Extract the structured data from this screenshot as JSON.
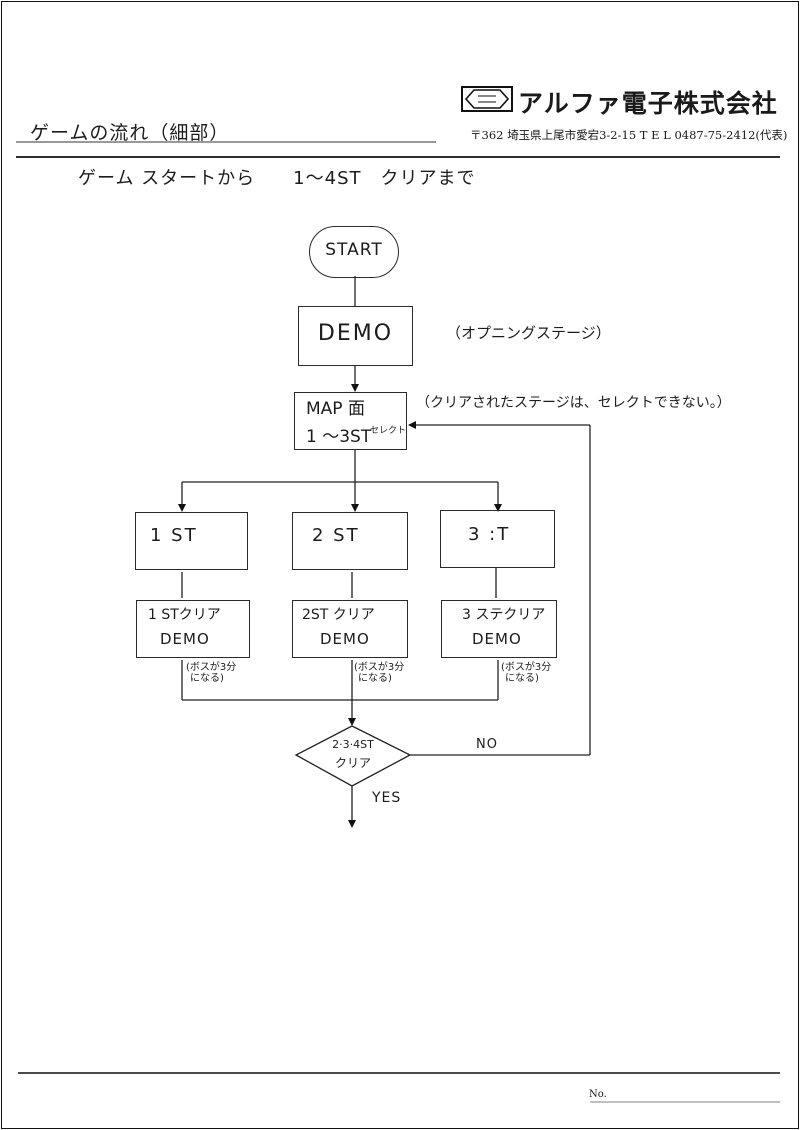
{
  "header": {
    "doc_title": "ゲームの流れ（細部）",
    "company_name": "アルファ電子株式会社",
    "address": "〒362 埼玉県上尾市愛宕3-2-15 T E L 0487-75-2412(代表)",
    "subtitle": "ゲーム スタートから　　1〜4ST　クリアまで"
  },
  "flow": {
    "start": "START",
    "demo": "DEMO",
    "demo_note": "（オプニングステージ）",
    "map_line1": "MAP 面",
    "map_line2": "1 〜3ST",
    "map_select": "セレクト",
    "map_note": "（クリアされたステージは、セレクトできない。）",
    "stage1": "1 ST",
    "stage2": "2 ST",
    "stage3": "3 :T",
    "clear1_line1": "1 STクリア",
    "clear1_line2": "DEMO",
    "clear2_line1": "2ST クリア",
    "clear2_line2": "DEMO",
    "clear3_line1": "3 ステクリア",
    "clear3_line2": "DEMO",
    "boss1_l1": "(ボスが3分",
    "boss1_l2": "になる)",
    "boss2_l1": "(ボスが3分",
    "boss2_l2": "になる)",
    "boss3_l1": "(ボスが3分",
    "boss3_l2": "になる)",
    "decision_l1": "2·3·4ST",
    "decision_l2": "クリア",
    "no_label": "NO",
    "yes_label": "YES"
  },
  "footer": {
    "no_label": "No."
  }
}
